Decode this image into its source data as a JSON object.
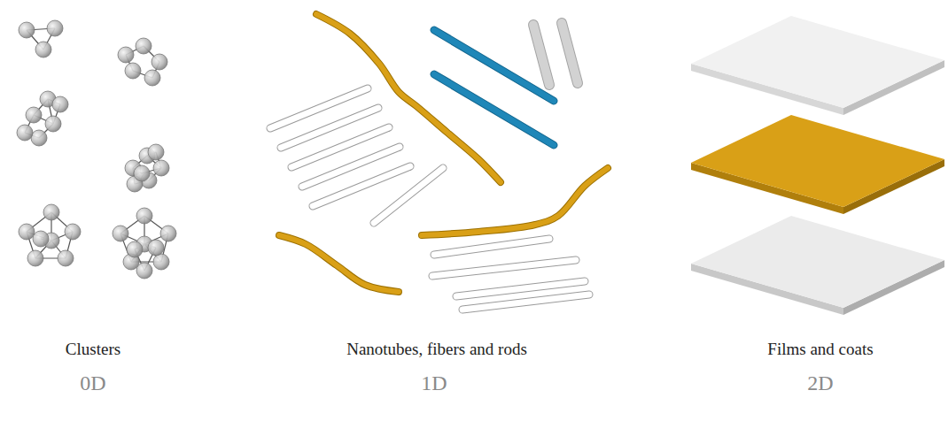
{
  "diagram": {
    "labels": [
      "Clusters",
      "0D",
      "Nanotubes, fibers and rods",
      "1D",
      "Films and coats",
      "2D"
    ]
  }
}
